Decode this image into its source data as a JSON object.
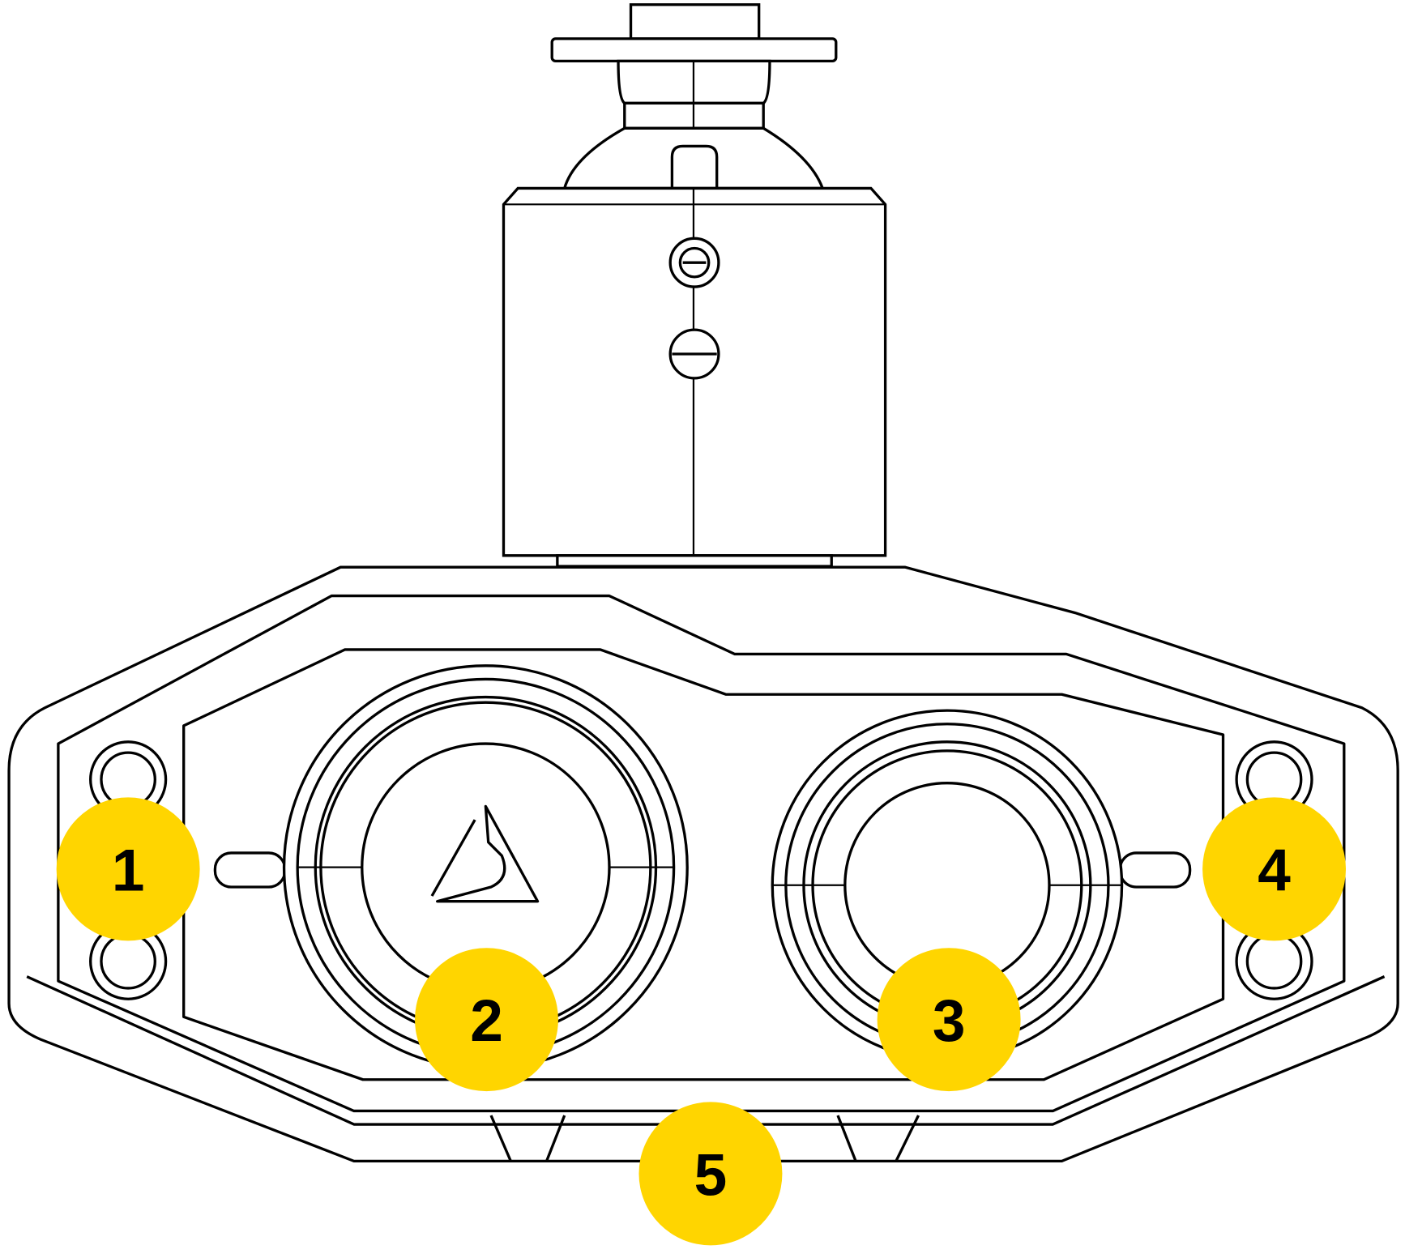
{
  "colors": {
    "callout": "#FFD500",
    "line": "#000000",
    "background": "#FFFFFF"
  },
  "callouts": [
    {
      "label": "1"
    },
    {
      "label": "2"
    },
    {
      "label": "3"
    },
    {
      "label": "4"
    },
    {
      "label": "5"
    }
  ]
}
